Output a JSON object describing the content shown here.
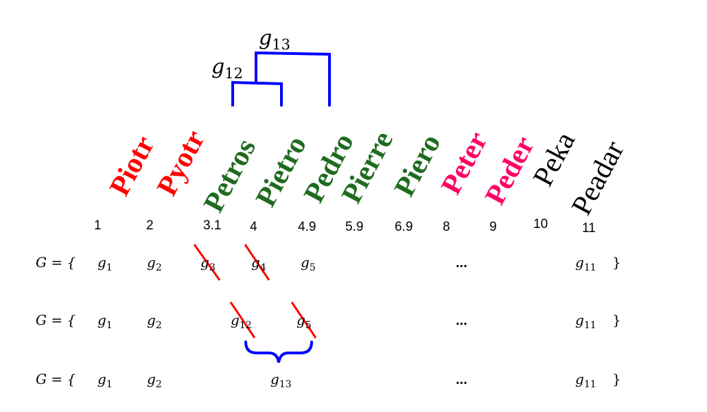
{
  "colors": {
    "red": "#ff0000",
    "green": "#1f6b1f",
    "pink": "#ff0066",
    "black": "#000000",
    "blue": "#0000ff"
  },
  "dendrogram": {
    "label_g13": "g",
    "label_g13_sub": "13",
    "label_g12": "g",
    "label_g12_sub": "12"
  },
  "names": [
    {
      "text": "Piotr",
      "color": "red"
    },
    {
      "text": "Pyotr",
      "color": "red"
    },
    {
      "text": "Petros",
      "color": "green"
    },
    {
      "text": "Pietro",
      "color": "green"
    },
    {
      "text": "Pedro",
      "color": "green"
    },
    {
      "text": "Pierre",
      "color": "green"
    },
    {
      "text": "Piero",
      "color": "green"
    },
    {
      "text": "Peter",
      "color": "pink"
    },
    {
      "text": "Peder",
      "color": "pink"
    },
    {
      "text": "Peka",
      "color": "black"
    },
    {
      "text": "Peadar",
      "color": "black"
    }
  ],
  "positions": [
    "1",
    "2",
    "3.1",
    "4",
    "4.9",
    "5.9",
    "6.9",
    "8",
    "9",
    "10",
    "11"
  ],
  "rows": [
    {
      "prefix": "G = {",
      "items": [
        {
          "base": "g",
          "sub": "1"
        },
        {
          "base": "g",
          "sub": "2"
        },
        {
          "base": "g",
          "sub": "3"
        },
        {
          "base": "g",
          "sub": "4"
        },
        {
          "base": "g",
          "sub": "5"
        }
      ],
      "ellipsis": "...",
      "last": {
        "base": "g",
        "sub": "11"
      },
      "suffix": "}"
    },
    {
      "prefix": "G = {",
      "items": [
        {
          "base": "g",
          "sub": "1"
        },
        {
          "base": "g",
          "sub": "2"
        },
        {
          "base": "g",
          "sub": "12"
        },
        {
          "base": "g",
          "sub": "5"
        }
      ],
      "ellipsis": "...",
      "last": {
        "base": "g",
        "sub": "11"
      },
      "suffix": "}"
    },
    {
      "prefix": "G = {",
      "items": [
        {
          "base": "g",
          "sub": "1"
        },
        {
          "base": "g",
          "sub": "2"
        },
        {
          "base": "g",
          "sub": "13"
        }
      ],
      "ellipsis": "...",
      "last": {
        "base": "g",
        "sub": "11"
      },
      "suffix": "}"
    }
  ]
}
